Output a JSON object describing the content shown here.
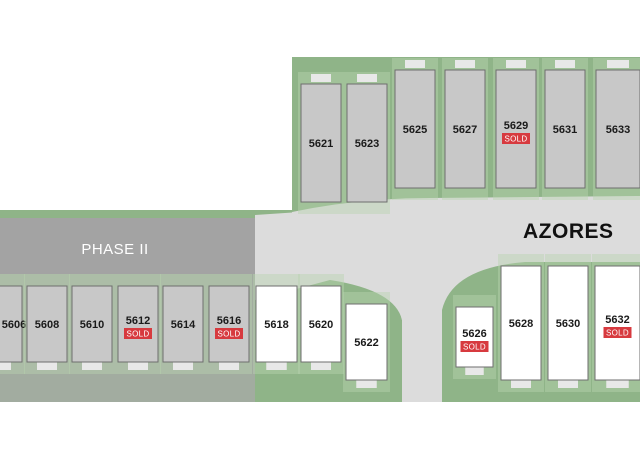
{
  "colors": {
    "green_lot": "#8fb488",
    "green_light": "#b8d3b0",
    "road": "#dcdcdc",
    "phase_overlay": "#a9a9a9",
    "house_built": "#c8c8c8",
    "house_new": "#ffffff",
    "sold_badge": "#d73a3f"
  },
  "map": {
    "street_label": "AZORES",
    "phase_label": "PHASE II",
    "sold_label": "SOLD"
  },
  "lots": [
    {
      "id": "5606",
      "label": "5606",
      "row": "south_west",
      "sold": false,
      "shade": "built"
    },
    {
      "id": "5608",
      "label": "5608",
      "row": "south_west",
      "sold": false,
      "shade": "built"
    },
    {
      "id": "5610",
      "label": "5610",
      "row": "south_west",
      "sold": false,
      "shade": "built"
    },
    {
      "id": "5612",
      "label": "5612",
      "row": "south_west",
      "sold": true,
      "shade": "built"
    },
    {
      "id": "5614",
      "label": "5614",
      "row": "south_west",
      "sold": false,
      "shade": "built"
    },
    {
      "id": "5616",
      "label": "5616",
      "row": "south_west",
      "sold": true,
      "shade": "built"
    },
    {
      "id": "5618",
      "label": "5618",
      "row": "south_west",
      "sold": false,
      "shade": "new"
    },
    {
      "id": "5620",
      "label": "5620",
      "row": "south_west",
      "sold": false,
      "shade": "new"
    },
    {
      "id": "5622",
      "label": "5622",
      "row": "south_west",
      "sold": false,
      "shade": "new"
    },
    {
      "id": "5626",
      "label": "5626",
      "row": "south_east",
      "sold": true,
      "shade": "new"
    },
    {
      "id": "5628",
      "label": "5628",
      "row": "south_east",
      "sold": false,
      "shade": "new"
    },
    {
      "id": "5630",
      "label": "5630",
      "row": "south_east",
      "sold": false,
      "shade": "new"
    },
    {
      "id": "5632",
      "label": "5632",
      "row": "south_east",
      "sold": true,
      "shade": "new"
    },
    {
      "id": "5621",
      "label": "5621",
      "row": "north",
      "sold": false,
      "shade": "built"
    },
    {
      "id": "5623",
      "label": "5623",
      "row": "north",
      "sold": false,
      "shade": "built"
    },
    {
      "id": "5625",
      "label": "5625",
      "row": "north",
      "sold": false,
      "shade": "built"
    },
    {
      "id": "5627",
      "label": "5627",
      "row": "north",
      "sold": false,
      "shade": "built"
    },
    {
      "id": "5629",
      "label": "5629",
      "row": "north",
      "sold": true,
      "shade": "built"
    },
    {
      "id": "5631",
      "label": "5631",
      "row": "north",
      "sold": false,
      "shade": "built"
    },
    {
      "id": "5633",
      "label": "5633",
      "row": "north",
      "sold": false,
      "shade": "built"
    }
  ]
}
